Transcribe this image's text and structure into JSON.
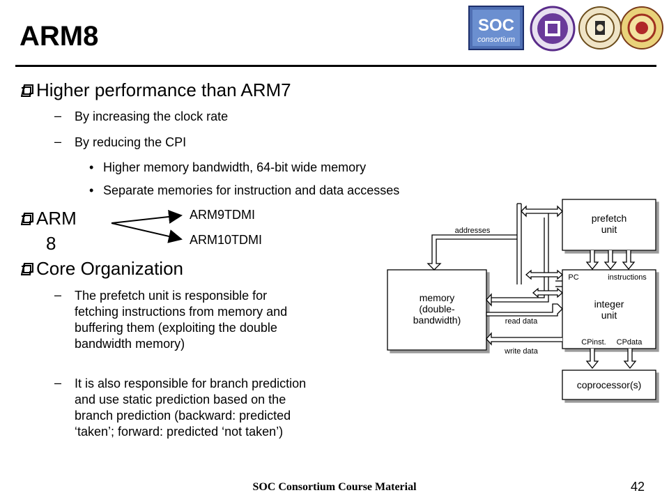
{
  "slide": {
    "title": "ARM8",
    "footer": "SOC Consortium Course Material",
    "page_number": "42"
  },
  "logos": [
    {
      "name": "soc-consortium-logo",
      "text_main": "SOC",
      "text_sub": "consortium"
    },
    {
      "name": "university-seal-1"
    },
    {
      "name": "university-seal-2"
    },
    {
      "name": "university-seal-3"
    }
  ],
  "bullets": {
    "b1": {
      "title": "Higher performance than ARM7",
      "sub1": "By increasing the clock rate",
      "sub2": "By reducing the CPI",
      "dot1": "Higher memory bandwidth, 64-bit wide memory",
      "dot2": "Separate memories for instruction and data accesses"
    },
    "b2": {
      "title_line1": "ARM",
      "title_line2": "8",
      "target1": "ARM9TDMI",
      "target2": "ARM10TDMI"
    },
    "b3": {
      "title": "Core Organization",
      "p1_lines": [
        "The prefetch unit is responsible for",
        "fetching instructions from memory and",
        "buffering them (exploiting the double",
        "bandwidth memory)"
      ],
      "p2_lines": [
        "It is also responsible for branch prediction",
        "and use static prediction based on the",
        "branch prediction (backward: predicted",
        "‘taken’; forward: predicted ‘not taken’)"
      ]
    }
  },
  "diagram": {
    "memory_lines": [
      "memory",
      "(double-",
      "bandwidth)"
    ],
    "prefetch_lines": [
      "prefetch",
      "unit"
    ],
    "integer_lines": [
      "integer",
      "unit"
    ],
    "coprocessor": "coprocessor(s)",
    "addresses": "addresses",
    "read_data": "read data",
    "write_data": "write data",
    "pc": "PC",
    "instructions": "instructions",
    "cpinst": "CPinst.",
    "cpdata": "CPdata"
  }
}
